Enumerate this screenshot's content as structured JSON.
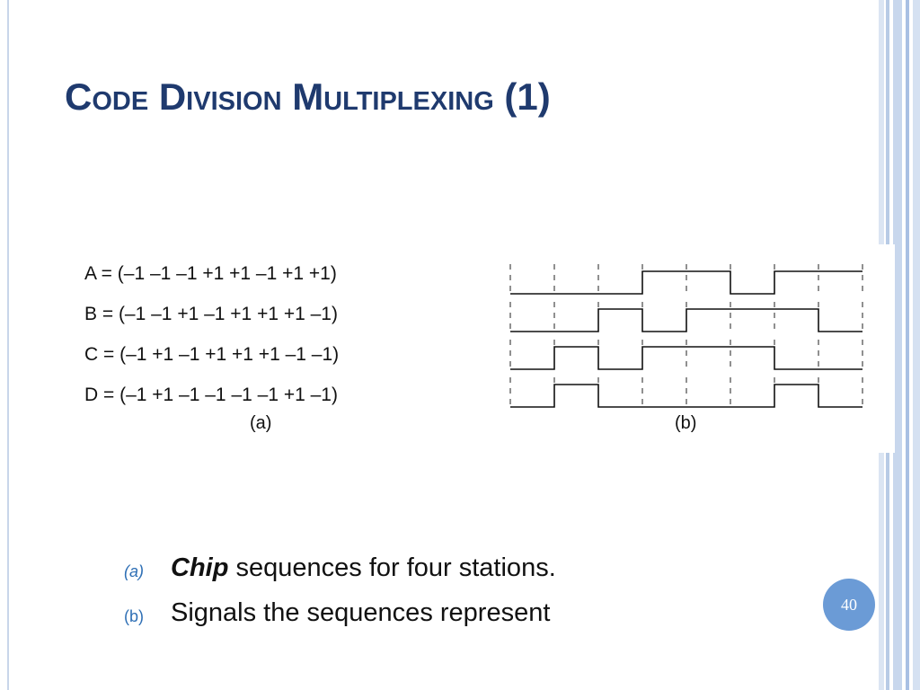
{
  "slide": {
    "title": "Code Division Multiplexing (1)",
    "page_number": "40"
  },
  "figure": {
    "sequences": [
      "A = (–1 –1 –1 +1 +1 –1 +1 +1)",
      "B = (–1 –1 +1 –1 +1 +1 +1 –1)",
      "C = (–1 +1 –1 +1 +1 +1 –1 –1)",
      "D = (–1 +1 –1 –1 –1 –1 +1 –1)"
    ],
    "chips": [
      [
        -1,
        -1,
        -1,
        1,
        1,
        -1,
        1,
        1
      ],
      [
        -1,
        -1,
        1,
        -1,
        1,
        1,
        1,
        -1
      ],
      [
        -1,
        1,
        -1,
        1,
        1,
        1,
        -1,
        -1
      ],
      [
        -1,
        1,
        -1,
        -1,
        -1,
        -1,
        1,
        -1
      ]
    ],
    "caption_a": "(a)",
    "caption_b": "(b)"
  },
  "bullets": [
    {
      "marker": "(a)",
      "emphasis": "Chip",
      "text": " sequences for four stations."
    },
    {
      "marker": "(b)",
      "emphasis": "",
      "text": "Signals the sequences represent"
    }
  ],
  "colors": {
    "title": "#1f3a6e",
    "accent": "#2e6fb5",
    "badge": "#6b9bd6",
    "frame": "#c9d6ea"
  }
}
